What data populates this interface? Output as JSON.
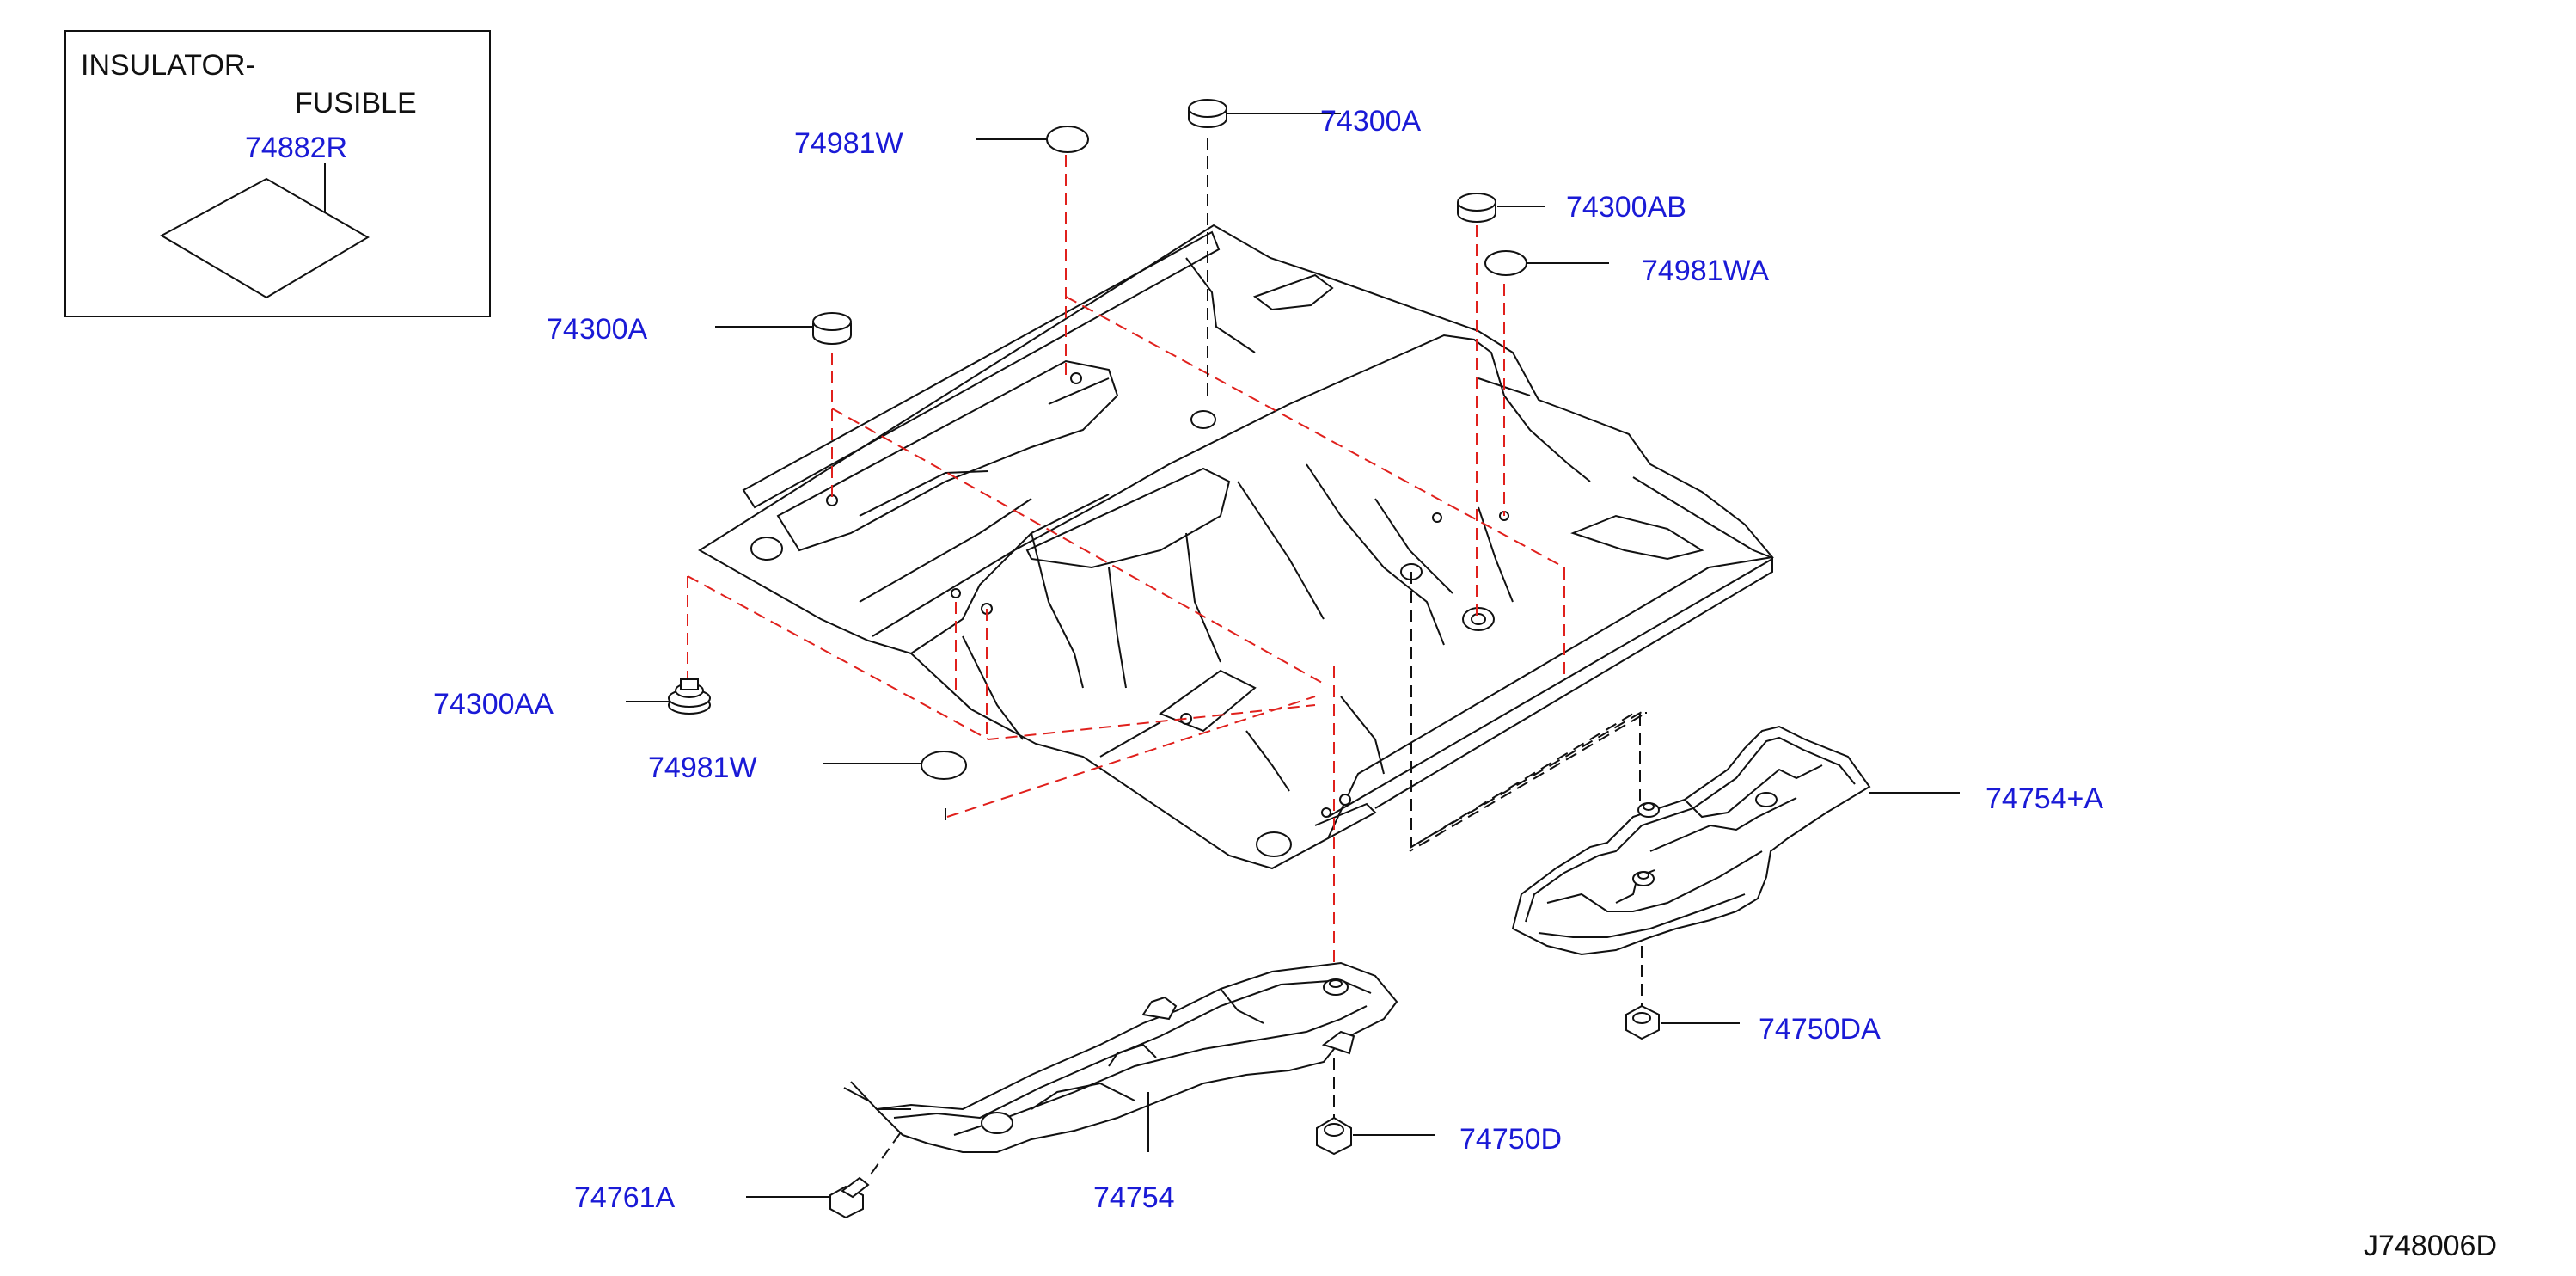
{
  "inset": {
    "title_line1": "INSULATOR-",
    "title_line2": "FUSIBLE",
    "part": "74882R"
  },
  "parts": {
    "p74981W_top": "74981W",
    "p74300A_top": "74300A",
    "p74300AB": "74300AB",
    "p74981WA": "74981WA",
    "p74300A_left": "74300A",
    "p74300AA": "74300AA",
    "p74981W_left": "74981W",
    "p74754A": "74754+A",
    "p74750DA": "74750DA",
    "p74750D": "74750D",
    "p74754": "74754",
    "p74761A": "74761A"
  },
  "diagram_code": "J748006D",
  "colors": {
    "label": "#1a1ad6",
    "guide_red": "#e0201c",
    "line": "#111111"
  }
}
